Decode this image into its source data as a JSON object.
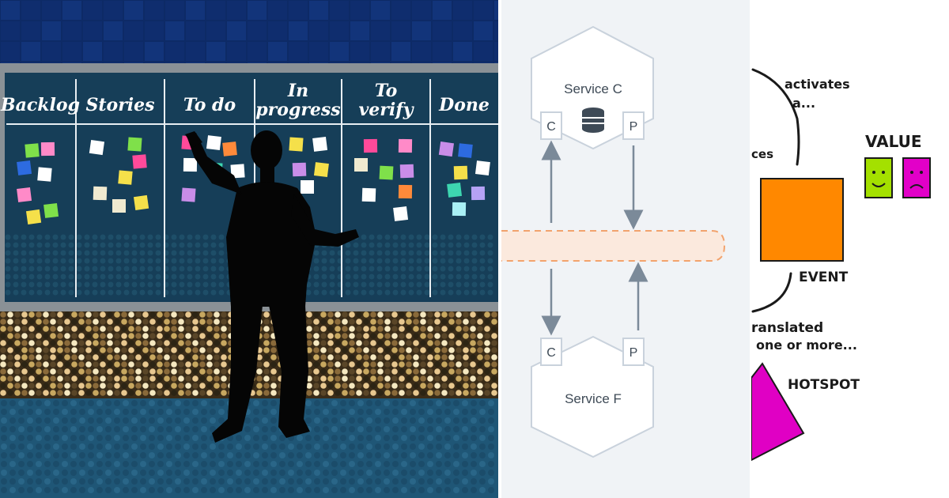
{
  "kanban": {
    "columns": [
      {
        "id": "backlog",
        "lines": [
          "Backlog"
        ]
      },
      {
        "id": "stories",
        "lines": [
          "Stories"
        ]
      },
      {
        "id": "todo",
        "lines": [
          "To do"
        ]
      },
      {
        "id": "in-progress",
        "lines": [
          "In",
          "progress"
        ]
      },
      {
        "id": "to-verify",
        "lines": [
          "To",
          "verify"
        ]
      },
      {
        "id": "done",
        "lines": [
          "Done"
        ]
      }
    ],
    "colors": {
      "sky": "#0d2a66",
      "board": "#163e58",
      "frame": "#8a9196",
      "city": "#3a2c18",
      "floor": "#1f5676",
      "silhouette": "#050505"
    },
    "note_colors": [
      "#7fe04a",
      "#ff8ac8",
      "#ffffff",
      "#2d6be0",
      "#c98de8",
      "#f5e04a",
      "#ff8a3a",
      "#ff4a9a",
      "#4ae0d0",
      "#f0ead0",
      "#b5a2f5",
      "#a9f0f5",
      "#3dd6b0"
    ]
  },
  "diagram": {
    "top_service": {
      "name": "Service C",
      "consumer": "C",
      "producer": "P"
    },
    "bottom_service": {
      "name": "Service F",
      "consumer": "C",
      "producer": "P"
    },
    "colors": {
      "background": "#f0f3f6",
      "stroke": "#c9d2dc",
      "arrow": "#7b8a99",
      "text": "#3e4a56",
      "bus_fill": "#fbe9dd",
      "bus_stroke": "#f2a36d"
    }
  },
  "event_storming": {
    "labels": {
      "activates": "activates",
      "a": "a...",
      "ces": "ces",
      "value": "VALUE",
      "event": "EVENT",
      "translated": "ranslated",
      "one_or_more": "one or more...",
      "hotspot": "HOTSPOT"
    },
    "colors": {
      "event": "#ff8800",
      "hotspot": "#e000c4",
      "happy": "#a4e000",
      "sad": "#e200c8",
      "ink": "#1a1a1a"
    }
  }
}
